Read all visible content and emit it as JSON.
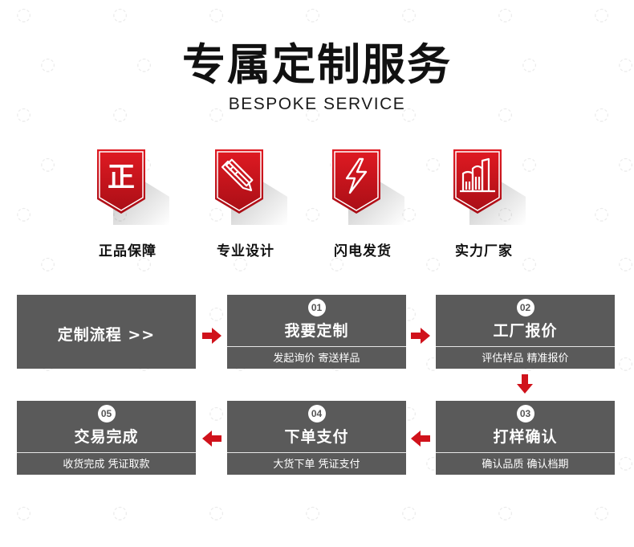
{
  "header": {
    "title": "专属定制服务",
    "subtitle": "BESPOKE SERVICE"
  },
  "features": [
    {
      "badge_text": "正",
      "label": "正品保障",
      "icon": "zheng-char-icon"
    },
    {
      "badge_text": "",
      "label": "专业设计",
      "icon": "pencil-ruler-icon"
    },
    {
      "badge_text": "",
      "label": "闪电发货",
      "icon": "lightning-icon"
    },
    {
      "badge_text": "",
      "label": "实力厂家",
      "icon": "factory-icon"
    }
  ],
  "process": {
    "start_label": "定制流程 >>",
    "steps": [
      {
        "num": "01",
        "title": "我要定制",
        "desc": "发起询价 寄送样品"
      },
      {
        "num": "02",
        "title": "工厂报价",
        "desc": "评估样品 精准报价"
      },
      {
        "num": "03",
        "title": "打样确认",
        "desc": "确认品质 确认档期"
      },
      {
        "num": "04",
        "title": "下单支付",
        "desc": "大货下单 凭证支付"
      },
      {
        "num": "05",
        "title": "交易完成",
        "desc": "收货完成 凭证取款"
      }
    ]
  },
  "colors": {
    "accent_red": "#c8141e",
    "box_gray": "#5a5a5a",
    "arrow_red": "#d0121b"
  }
}
